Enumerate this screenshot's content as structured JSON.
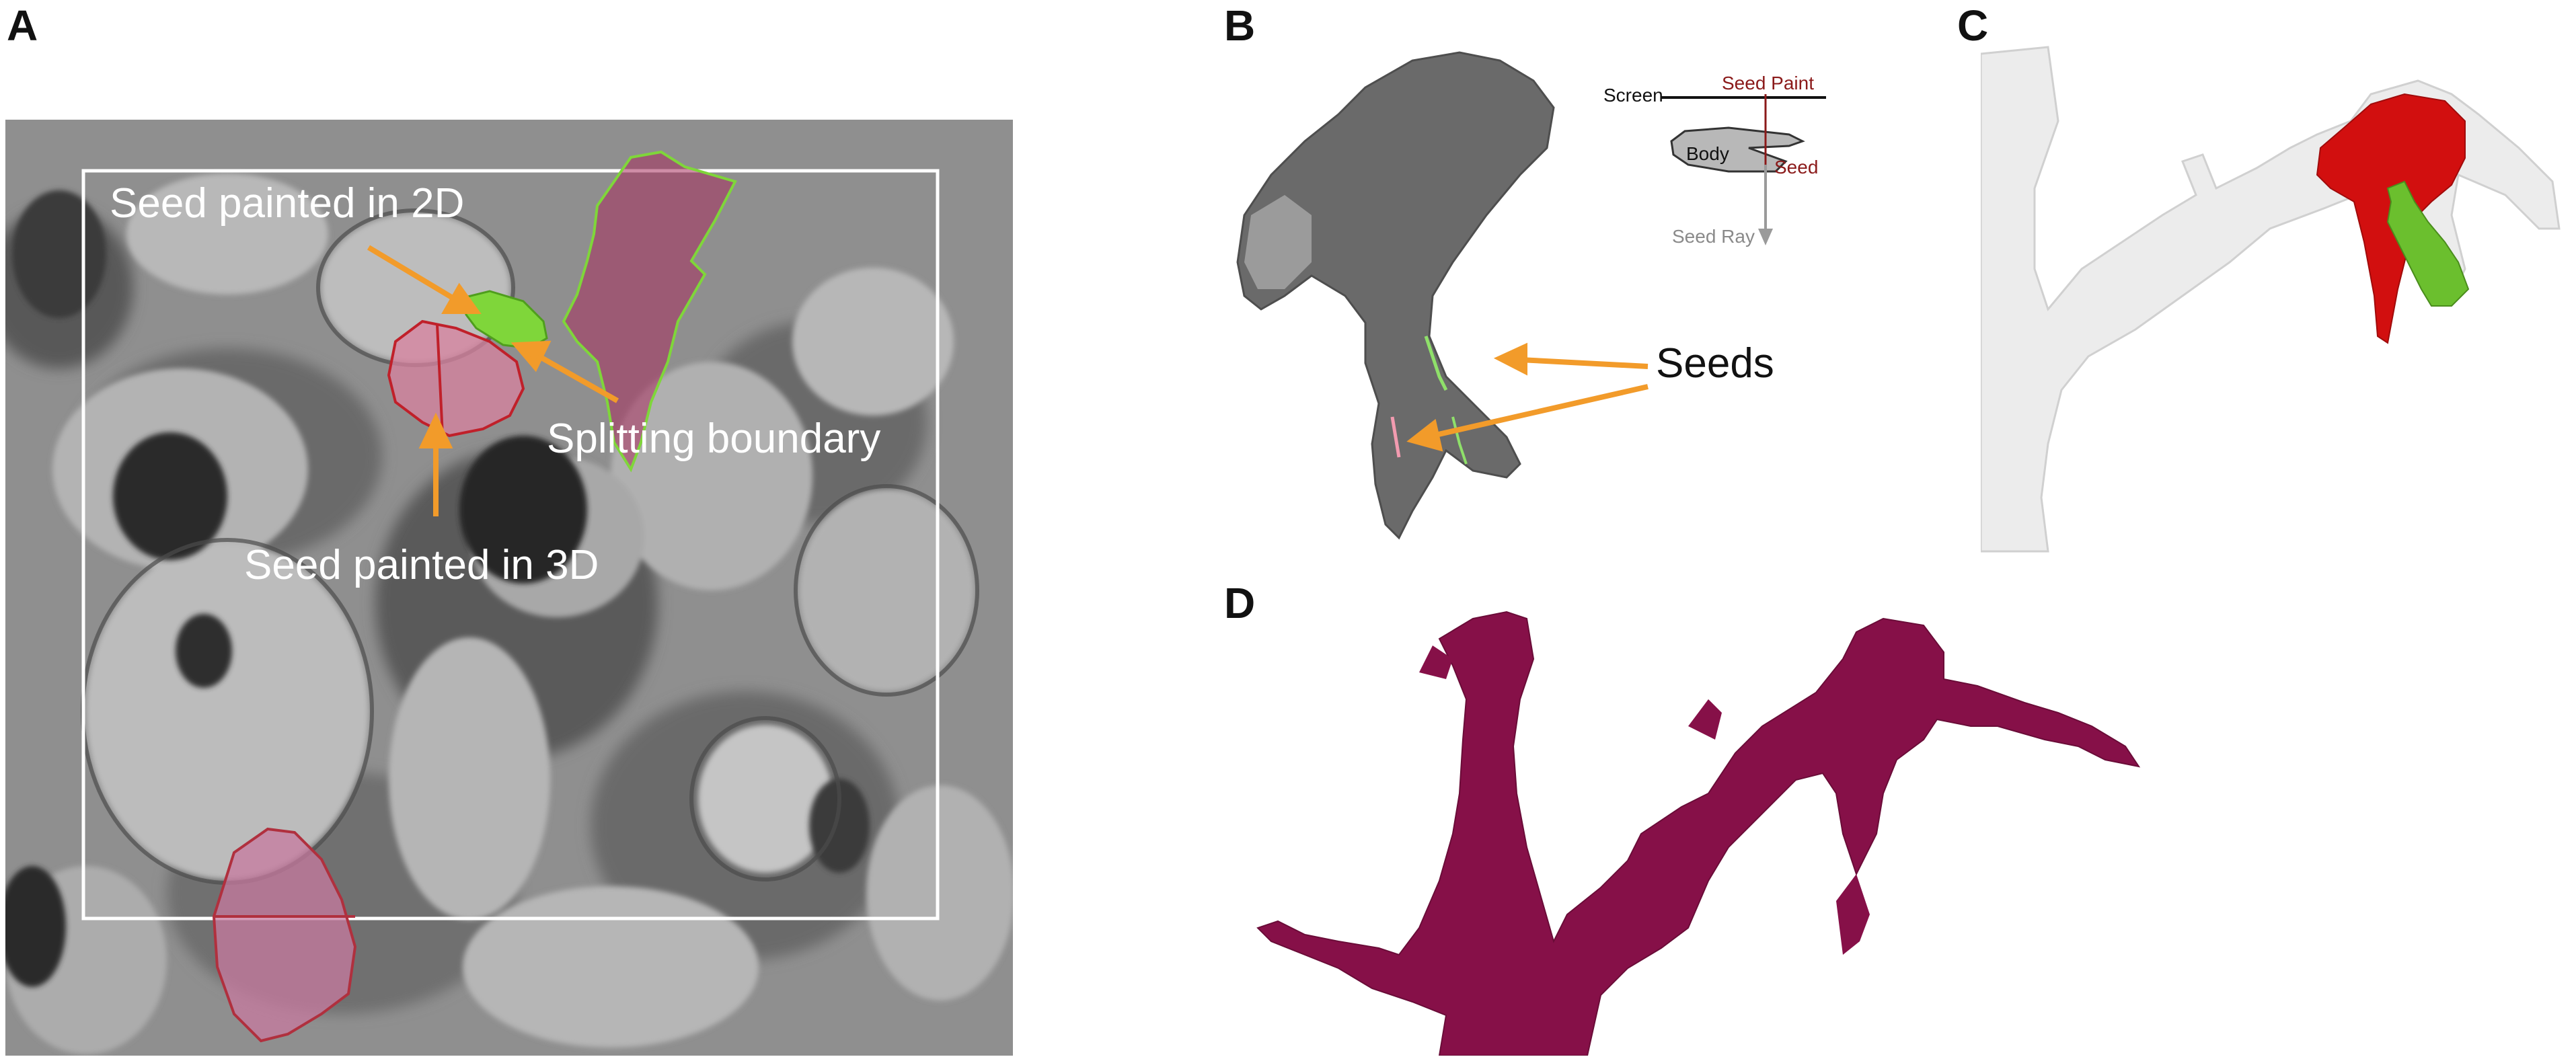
{
  "figure": {
    "panels": {
      "a": {
        "letter": "A",
        "labels": {
          "seed_2d": "Seed painted in 2D",
          "splitting": "Splitting boundary",
          "seed_3d": "Seed painted in 3D"
        }
      },
      "b": {
        "letter": "B",
        "seeds_label": "Seeds",
        "diagram": {
          "screen": "Screen",
          "seed_paint": "Seed Paint",
          "body": "Body",
          "seed": "Seed",
          "seed_ray": "Seed Ray"
        }
      },
      "c": {
        "letter": "C"
      },
      "d": {
        "letter": "D"
      }
    },
    "colors": {
      "arrow": "#f29b2a",
      "seed_2d": "#7fd63a",
      "seed_3d": "#e06a8a",
      "segment_magenta": "#a8305e",
      "segment_red": "#d20f0f",
      "segment_green": "#6bbf2e",
      "mesh_d": "#861048",
      "em_background": "#9e9e9e",
      "seed_paint_text": "#8b1a1a",
      "seed_ray_text": "#8a8a8a"
    }
  }
}
